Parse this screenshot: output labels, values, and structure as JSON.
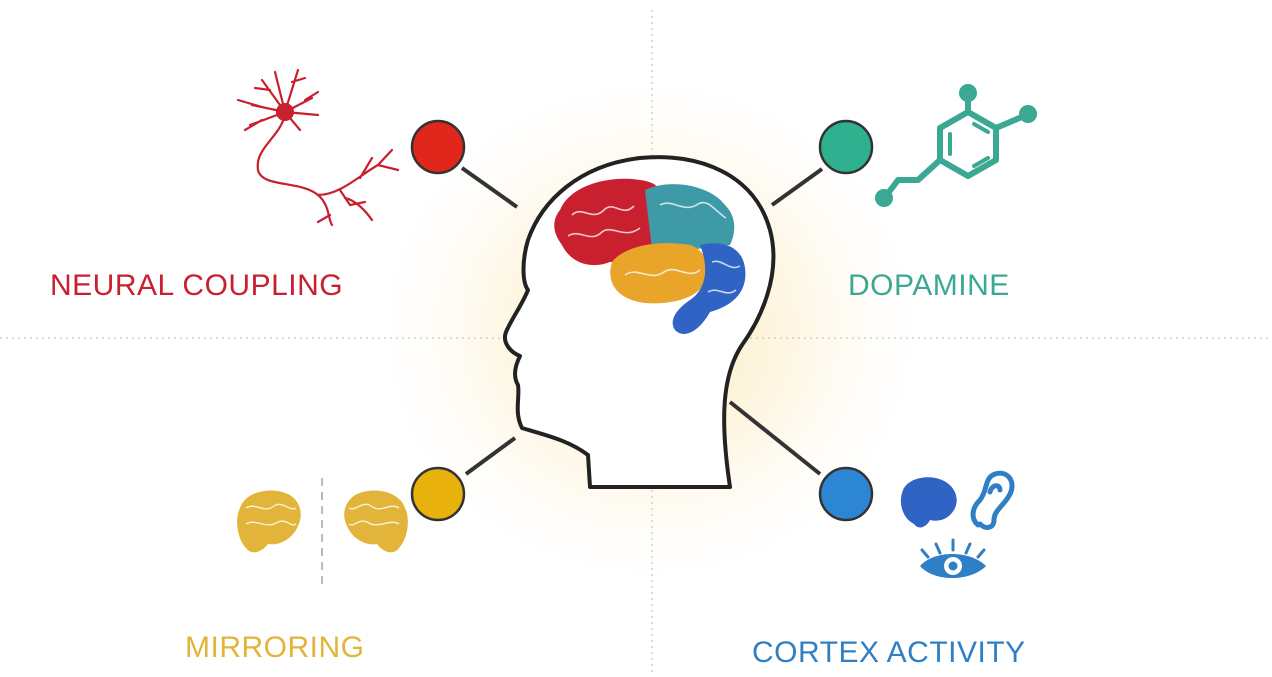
{
  "colors": {
    "neural_coupling": "#c8202f",
    "dopamine": "#3aa892",
    "mirroring": "#e3b43a",
    "cortex_activity": "#2f7fc4",
    "node_red": "#e1261c",
    "node_teal": "#2fb08f",
    "node_yellow": "#e8b10c",
    "node_blue": "#2d86d4",
    "brain_teal": "#3e9aa6",
    "brain_orange": "#e9a52a",
    "brain_blue": "#2f63c4",
    "outline": "#222222",
    "glow": "#fbe7b0"
  },
  "labels": {
    "neural_coupling": "NEURAL COUPLING",
    "dopamine": "DOPAMINE",
    "mirroring": "MIRRORING",
    "cortex_activity": "CORTEX ACTIVITY"
  },
  "icons": {
    "neural_coupling": "neuron-icon",
    "dopamine": "dopamine-molecule-icon",
    "mirroring": "mirrored-brains-icon",
    "cortex_activity": [
      "brain-icon",
      "ear-icon",
      "eye-icon"
    ],
    "center": "head-profile-with-brain-icon"
  }
}
